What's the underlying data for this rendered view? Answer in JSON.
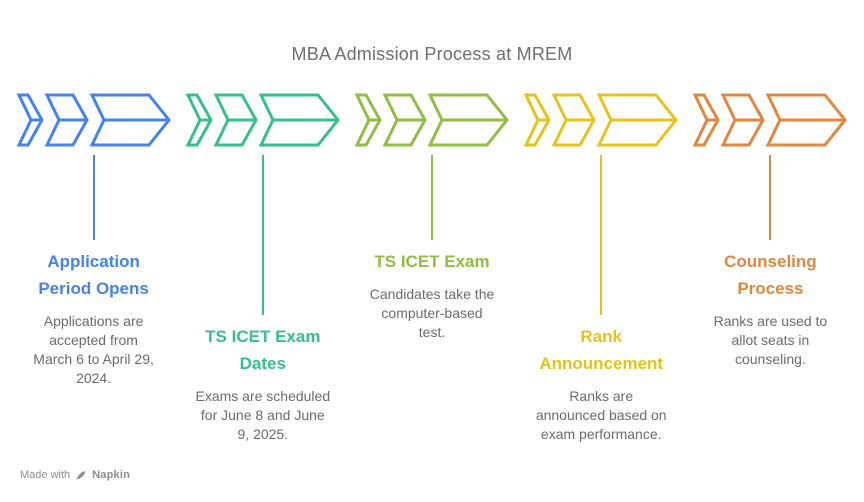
{
  "title": "MBA Admission Process at MREM",
  "steps": [
    {
      "title": "Application\nPeriod Opens",
      "description": "Applications are\naccepted from\nMarch 6 to April 29,\n2024.",
      "color": "#4583E9"
    },
    {
      "title": "TS ICET Exam\nDates",
      "description": "Exams are scheduled\nfor June 8 and June\n9, 2025.",
      "color": "#35BF8C"
    },
    {
      "title": "TS ICET Exam",
      "description": "Candidates take the\ncomputer-based\ntest.",
      "color": "#8FBE42"
    },
    {
      "title": "Rank\nAnnouncement",
      "description": "Ranks are\nannounced based on\nexam performance.",
      "color": "#E5C31C"
    },
    {
      "title": "Counseling\nProcess",
      "description": "Ranks are used to\nallot seats in\ncounseling.",
      "color": "#E1873D"
    }
  ],
  "colors": {
    "main_title_text": "#6E6E6E",
    "description_text": "#6B6B6B",
    "watermark_text": "#8C8C8C",
    "background": "#FFFFFF"
  },
  "watermark": {
    "made_with": "Made with",
    "brand": "Napkin",
    "icon": "pen-nib-icon"
  }
}
